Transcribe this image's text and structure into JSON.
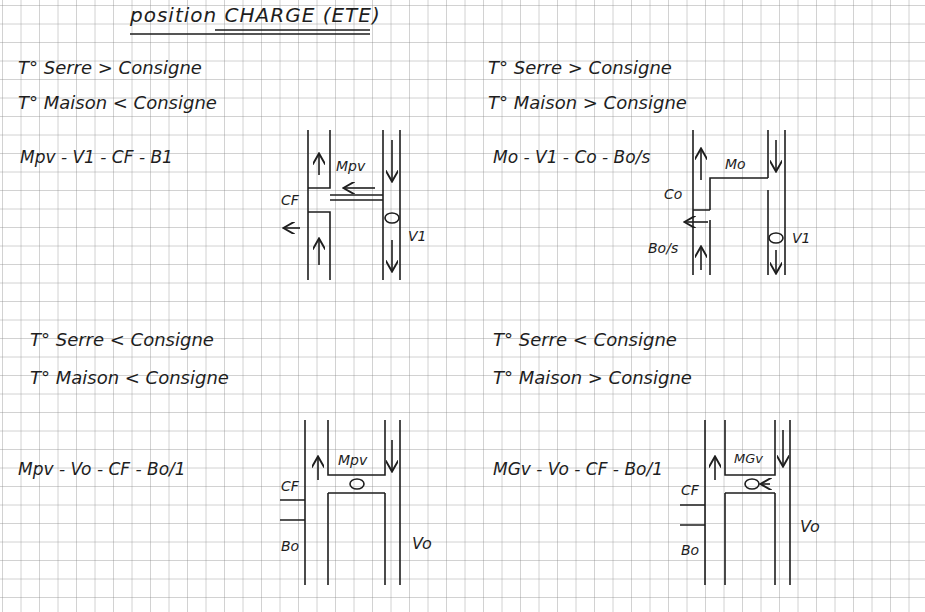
{
  "diagram": {
    "labels": [
      "position CHARGE (ETE)",
      "T° Serre > Consigne",
      "T° Maison < Consigne",
      "Mpv - V1 - CF - B1",
      "Mpv",
      "CF",
      "V1",
      "T° Serre > Consigne",
      "T° Maison > Consigne",
      "Mo - V1 - Co - Bo/s",
      "Mo",
      "Co",
      "Bo/s",
      "V1",
      "T° Serre < Consigne",
      "T° Maison < Consigne",
      "Mpv - Vo - CF - Bo/1",
      "Mpv",
      "CF",
      "Bo",
      "Vo",
      "T° Serre < Consigne",
      "T° Maison > Consigne",
      "MGv - Vo - CF - Bo/1",
      "MGv",
      "CF",
      "Bo",
      "Vo"
    ]
  }
}
